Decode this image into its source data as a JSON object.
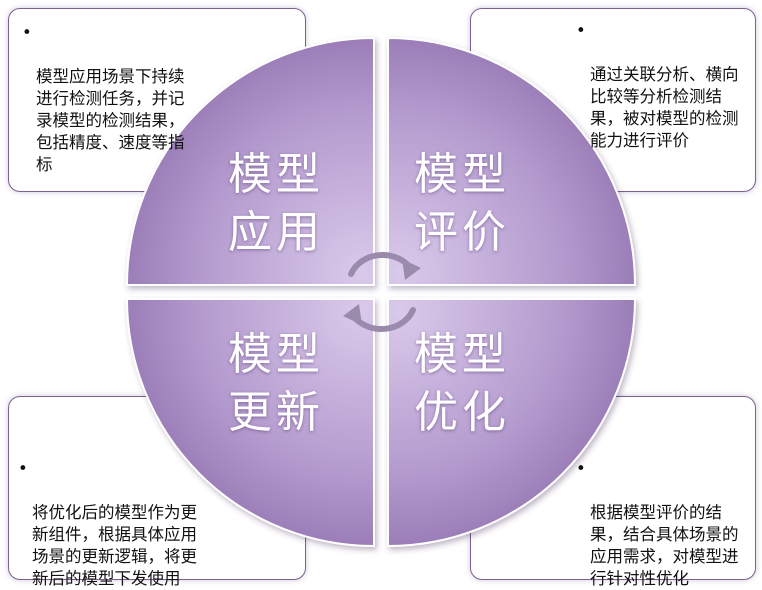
{
  "quadrants": {
    "top_left": {
      "label": "模型\n应用",
      "description": "模型应用场景下持续进行检测任务，并记录模型的检测结果，包括精度、速度等指标"
    },
    "top_right": {
      "label": "模型\n评价",
      "description": "通过关联分析、横向比较等分析检测结果，被对模型的检测能力进行评价"
    },
    "bottom_left": {
      "label": "模型\n更新",
      "description": "将优化后的模型作为更新组件，根据具体应用场景的更新逻辑，将更新后的模型下发使用"
    },
    "bottom_right": {
      "label": "模型\n优化",
      "description": "根据模型评价的结果，结合具体场景的应用需求，对模型进行针对性优化"
    }
  },
  "bullet": "•",
  "colors": {
    "quadrant_light": "#d9c9ea",
    "quadrant_dark": "#8a6aa8",
    "card_border": "#7a6290",
    "label_text": "#ffffff",
    "arrow": "#9a8aac"
  },
  "icons": {
    "center": "cycle-arrows-icon"
  }
}
